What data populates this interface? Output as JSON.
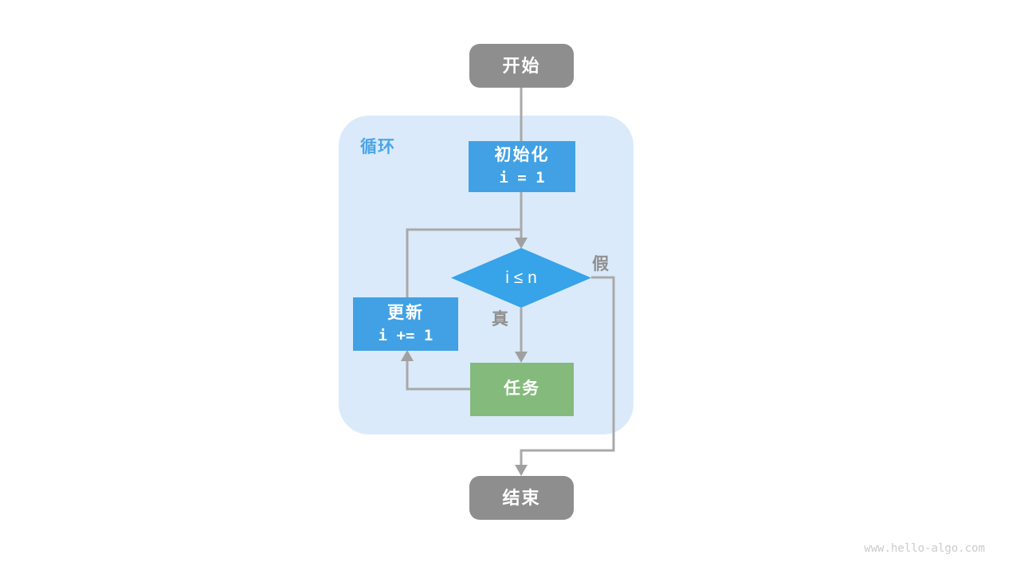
{
  "diagram": {
    "title_context": "loop flowchart",
    "watermark": "www.hello-algo.com",
    "colors": {
      "terminal_gray": "#8e8e8e",
      "process_blue": "#41a1e4",
      "diamond_blue": "#37a3e8",
      "task_green": "#84ba7c",
      "container_light_blue": "#daeafa",
      "loop_label_blue": "#4ba5e8",
      "connector_gray": "#a9a9a9",
      "branch_label_gray": "#8f8f8f",
      "watermark_gray": "#cbcbcb"
    },
    "nodes": {
      "start": {
        "label": "开始"
      },
      "loop_container": {
        "label": "循环"
      },
      "init": {
        "line1": "初始化",
        "line2": "i = 1"
      },
      "condition": {
        "label": "i ≤ n"
      },
      "branch_true": {
        "label": "真"
      },
      "branch_false": {
        "label": "假"
      },
      "update": {
        "line1": "更新",
        "line2": "i += 1"
      },
      "task": {
        "label": "任务"
      },
      "end": {
        "label": "结束"
      }
    }
  }
}
